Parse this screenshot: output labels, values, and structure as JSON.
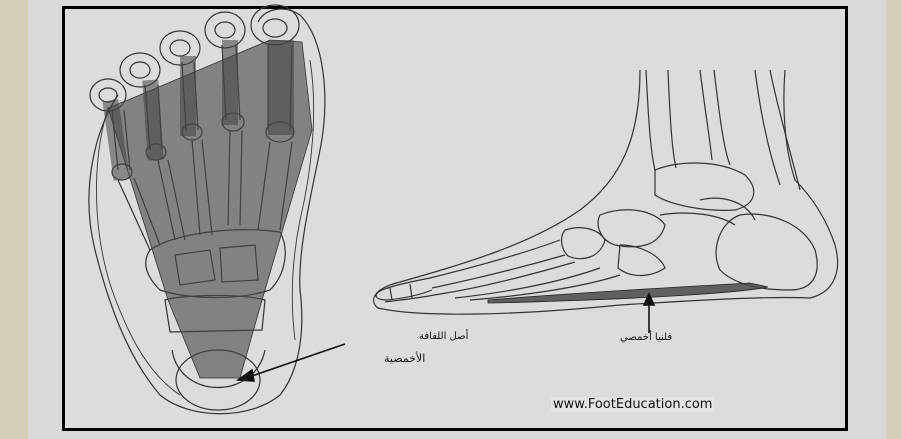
{
  "labels": {
    "origin": "أصل اللفافة",
    "insertion": "الأخمصية",
    "plantar_fascia": "فلنيا أخمصي",
    "website": "www.FootEducation.com"
  },
  "colors": {
    "background_outer": "#d8cfb8",
    "panel": "#dcdcdc",
    "fascia_fill": "#5a5a5a",
    "line": "#222222"
  }
}
